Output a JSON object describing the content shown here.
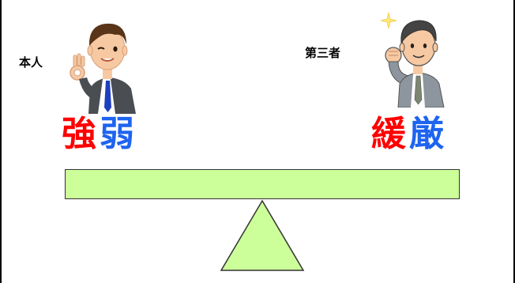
{
  "left": {
    "person_label": "本人",
    "kanji": [
      "強",
      "弱"
    ]
  },
  "right": {
    "person_label": "第三者",
    "kanji": [
      "緩",
      "厳"
    ]
  },
  "colors": {
    "kanji_red": "#ff0000",
    "kanji_blue": "#1e64f0",
    "beam_fill": "#ccff99",
    "fulcrum_fill": "#ccff99",
    "suit": "#4a4d52",
    "tie": "#1e3fbf"
  },
  "icons": {
    "left_person": "businessman-ok-gesture-icon",
    "right_person": "businessman-fist-pump-icon"
  }
}
